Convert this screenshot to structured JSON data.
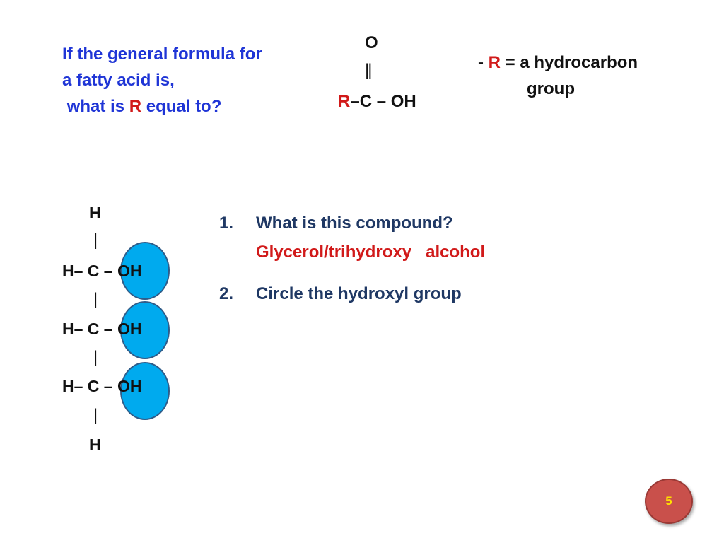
{
  "question": {
    "line1": "If the general formula for",
    "line2": "a fatty acid is,",
    "line3_pre": "what is ",
    "line3_r": "R",
    "line3_post": " equal to?"
  },
  "formula": {
    "oxygen": "O",
    "double_bond": "||",
    "r": "R",
    "rest": "–C – OH"
  },
  "answer": {
    "dash": "- ",
    "r": "R",
    "line1_rest": " = a hydrocarbon",
    "line2": "group"
  },
  "glycerol": {
    "top_h": "H",
    "bond": "|",
    "rows": [
      {
        "left": "H– C –",
        "oh": "OH"
      },
      {
        "left": "H– C –",
        "oh": "OH"
      },
      {
        "left": "H– C –",
        "oh": "OH"
      }
    ],
    "bottom_h": "H"
  },
  "list": {
    "item1_num": "1.",
    "item1_text": "What is this compound?",
    "item1_answer_a": "Glycerol/trihydroxy",
    "item1_answer_b": "alcohol",
    "item2_num": "2.",
    "item2_text": "Circle the hydroxyl group"
  },
  "page_number": "5",
  "colors": {
    "question_text": "#1f35d6",
    "highlight_red": "#d11a1a",
    "list_text": "#1f3864",
    "circle_fill": "#00aaee",
    "badge_fill": "#c9504b",
    "badge_text": "#ffe000"
  }
}
